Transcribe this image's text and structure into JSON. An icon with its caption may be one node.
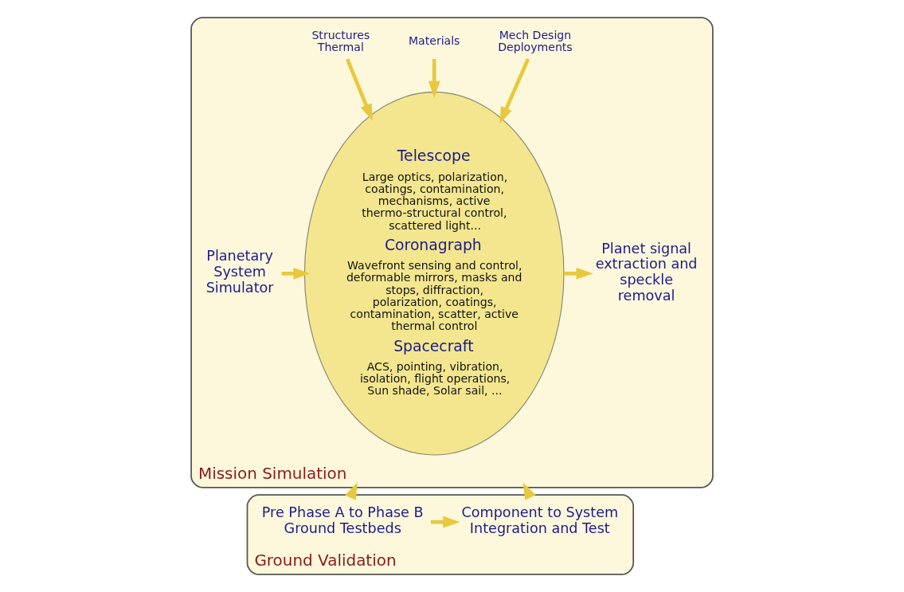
{
  "diagram": {
    "nodes": [
      {
        "text": [
          "Mission Simulation"
        ]
      },
      {
        "text": [
          "Mech Design Deployments"
        ],
        "in": 0
      },
      {
        "text": [
          "Materials"
        ],
        "in": 0
      },
      {
        "text": [
          "Structures Thermal"
        ],
        "in": 0
      },
      {
        "text": [
          "Telescope",
          "Large optics, polarization, coatings, contamination, mechanisms, active thermo-structural control, scattered light...",
          "Coronagraph",
          "Wavefront sensing and control, deformable mirrors, masks and stops, diffraction, polarization, coatings, contamination, scatter, active thermal control",
          "Spacecraft",
          "ACS, pointing, vibration, isolation, flight operations, Sun shade, Solar sail, ..."
        ],
        "in": 0
      },
      {
        "text": [
          "Planetary System Simulator"
        ],
        "in": 0
      },
      {
        "text": [
          "Planet signal extraction and speckle removal"
        ],
        "in": 0
      },
      {
        "text": [
          "Ground Validation"
        ]
      },
      {
        "text": [
          "Pre Phase A to Phase B Ground Testbeds"
        ],
        "in": 7
      },
      {
        "text": [
          "Component to System Integration and Test"
        ],
        "in": 7
      }
    ],
    "edges": [
      {
        "from": 1,
        "to": 4,
        "arrow": "to"
      },
      {
        "from": 2,
        "to": 4,
        "arrow": "to"
      },
      {
        "from": 3,
        "to": 4,
        "arrow": "to"
      },
      {
        "from": 5,
        "to": 4,
        "arrow": "to"
      },
      {
        "from": 4,
        "to": 6,
        "arrow": "to"
      },
      {
        "from": 7,
        "to": 0,
        "arrow": "to"
      },
      {
        "from": 7,
        "to": 0,
        "arrow": "to"
      },
      {
        "from": 8,
        "to": 9,
        "arrow": "to"
      }
    ]
  }
}
